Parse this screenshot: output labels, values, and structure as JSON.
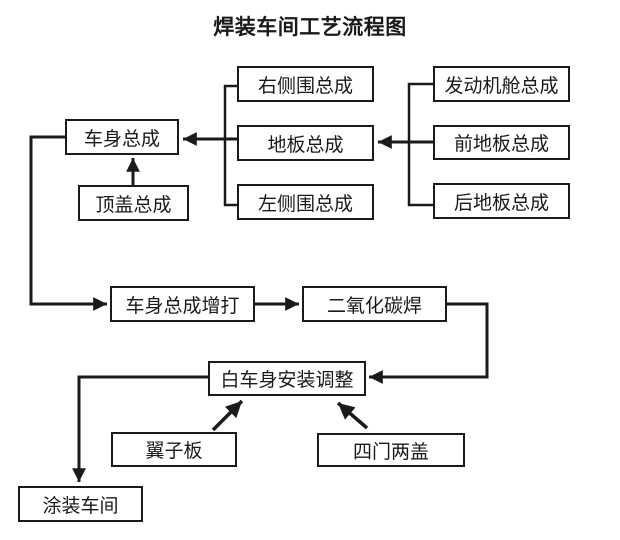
{
  "title": "焊装车间工艺流程图",
  "nodes": {
    "body_assembly": {
      "label": "车身总成"
    },
    "roof_assembly": {
      "label": "顶盖总成"
    },
    "right_side_assembly": {
      "label": "右侧围总成"
    },
    "floor_assembly": {
      "label": "地板总成"
    },
    "left_side_assembly": {
      "label": "左侧围总成"
    },
    "engine_bay_assembly": {
      "label": "发动机舱总成"
    },
    "front_floor_assembly": {
      "label": "前地板总成"
    },
    "rear_floor_assembly": {
      "label": "后地板总成"
    },
    "body_respot_welding": {
      "label": "车身总成增打"
    },
    "co2_welding": {
      "label": "二氧化碳焊"
    },
    "biw_install_adjust": {
      "label": "白车身安装调整"
    },
    "fender": {
      "label": "翼子板"
    },
    "four_doors_two_covers": {
      "label": "四门两盖"
    },
    "paint_shop": {
      "label": "涂装车间"
    }
  },
  "colors": {
    "line": "#1a1a1a",
    "box_border": "#1a1a1a",
    "text": "#1a1a1a",
    "background": "#ffffff"
  }
}
